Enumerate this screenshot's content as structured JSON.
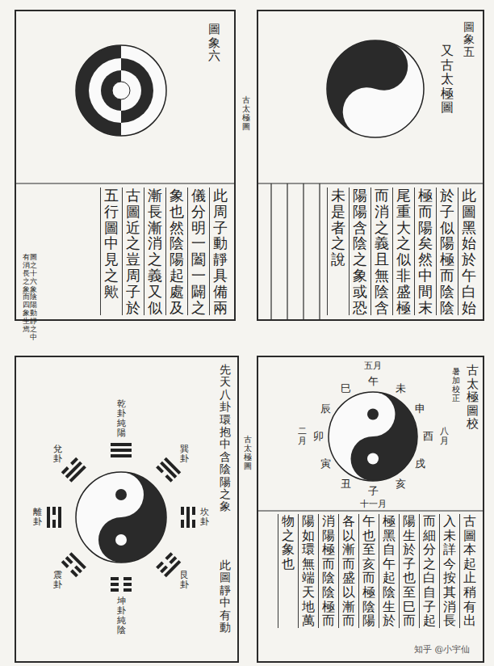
{
  "diagram": {
    "nodes": [
      {
        "text": [
          "圖象六",
          "此周子動靜具備兩儀分明一闔一闢之象也然陰陽起處及漸長漸消之義又似古圖近之豈周子於五行圖中見之歟",
          "圖之十六象陰陽動靜之中有消長之象而四象生焉"
        ]
      },
      {
        "text": [
          "圖象五",
          "又古太極圖",
          "此圖黑始於午白始於子似陽極而陰陰極而陽矣然中間末尾重大之似非盛極而消之義且無陰含陽陽含陰之象或恐未是者之說"
        ]
      },
      {
        "text": [
          "先天八卦環抱中含陰陽之象",
          "此圖靜中有動"
        ]
      },
      {
        "text": [
          "古太極圖校",
          "暑加校正",
          "古圖本起止稍有出入未詳今按其消長而細分之白自子起陽生於子也至巳而極黑自午起陰生於午也至亥而極陰陽各以漸而盛以漸而消陽極而陰陰極而陽如環無端天地萬物之象也"
        ]
      }
    ],
    "labels": [
      "古太極圖",
      "古太極圖",
      "乾卦純陽",
      "兌卦",
      "離卦",
      "震卦",
      "巽卦",
      "坎卦",
      "艮卦",
      "坤卦純陰",
      "子",
      "丑",
      "寅",
      "卯",
      "辰",
      "巳",
      "午",
      "未",
      "申",
      "酉",
      "戌",
      "亥",
      "十一月",
      "二月",
      "五月",
      "八月",
      "知乎 @小宇仙"
    ]
  }
}
